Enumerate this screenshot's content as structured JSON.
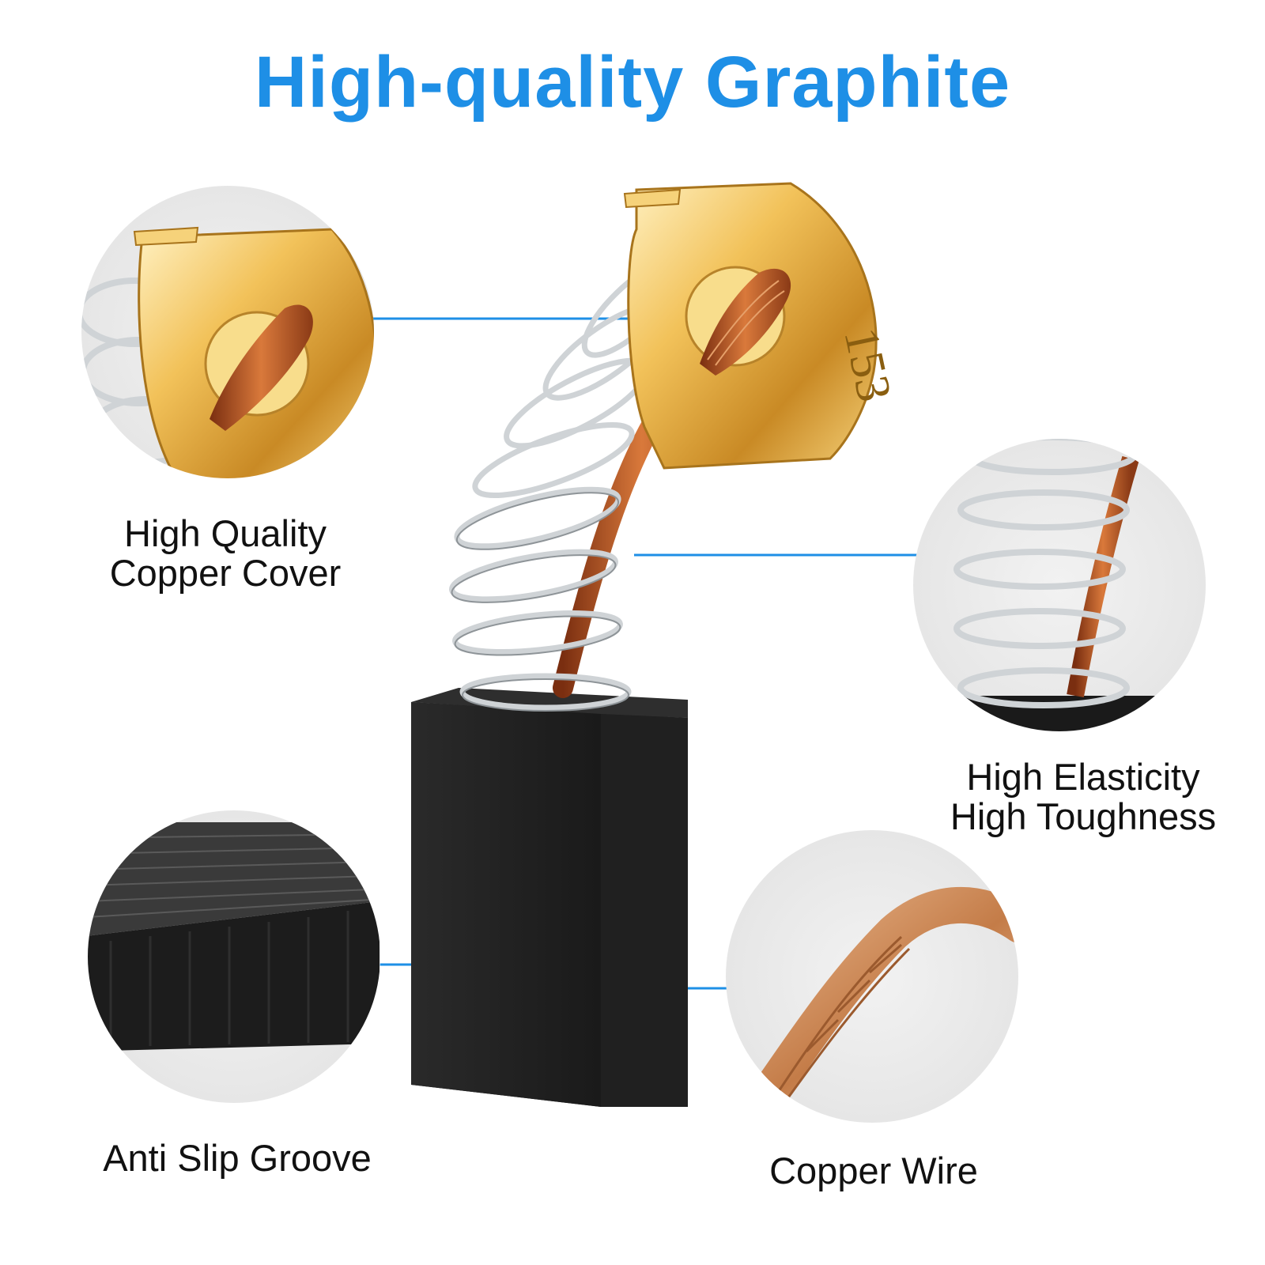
{
  "title": "High-quality Graphite",
  "accent_color": "#1e8fe6",
  "callouts": {
    "copper_cover": {
      "line1": "High Quality",
      "line2": "Copper Cover"
    },
    "elasticity": {
      "line1": "High Elasticity",
      "line2": "High Toughness"
    },
    "anti_slip": {
      "label": "Anti Slip Groove"
    },
    "copper_wire": {
      "label": "Copper Wire"
    }
  },
  "cap_marking": "153"
}
